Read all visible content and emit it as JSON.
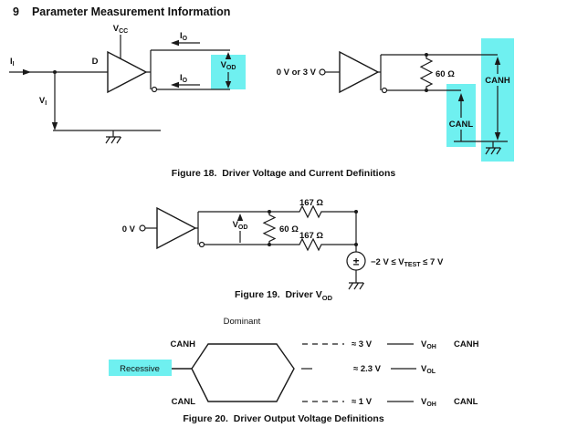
{
  "page": {
    "section_number": "9",
    "title": "Parameter Measurement Information"
  },
  "colors": {
    "highlight": "#6FF0F0"
  },
  "fig18": {
    "caption": "Figure 18.  Driver Voltage and Current Definitions",
    "left": {
      "vcc_main": "V",
      "vcc_sub": "CC",
      "ii_main": "I",
      "ii_sub": "I",
      "d": "D",
      "vi_main": "V",
      "vi_sub": "I",
      "io_top_main": "I",
      "io_top_sub": "O",
      "io_bottom_main": "I",
      "io_bottom_sub": "O",
      "vod_main": "V",
      "vod_sub": "OD"
    },
    "right": {
      "input": "0 V or 3 V",
      "r60": "60 Ω",
      "canh": "CANH",
      "canl": "CANL"
    }
  },
  "fig19": {
    "caption_main": "Figure 19.  Driver V",
    "caption_sub": "OD",
    "input": "0 V",
    "vod_main": "V",
    "vod_sub": "OD",
    "r60": "60 Ω",
    "r167_top": "167 Ω",
    "r167_bottom": "167 Ω",
    "vtest_pre": "−2 V ≤ V",
    "vtest_sub": "TEST",
    "vtest_post": " ≤ 7 V"
  },
  "fig20": {
    "caption": "Figure 20.  Driver Output Voltage Definitions",
    "dominant": "Dominant",
    "recessive": "Recessive",
    "canh_left": "CANH",
    "canl_left": "CANL",
    "levels": [
      {
        "value": "≈ 3 V",
        "v_main": "V",
        "v_sub": "OH",
        "bus": "CANH"
      },
      {
        "value": "≈ 2.3 V",
        "v_main": "V",
        "v_sub": "OL",
        "bus": ""
      },
      {
        "value": "≈ 1 V",
        "v_main": "V",
        "v_sub": "OH",
        "bus": "CANL"
      }
    ]
  }
}
